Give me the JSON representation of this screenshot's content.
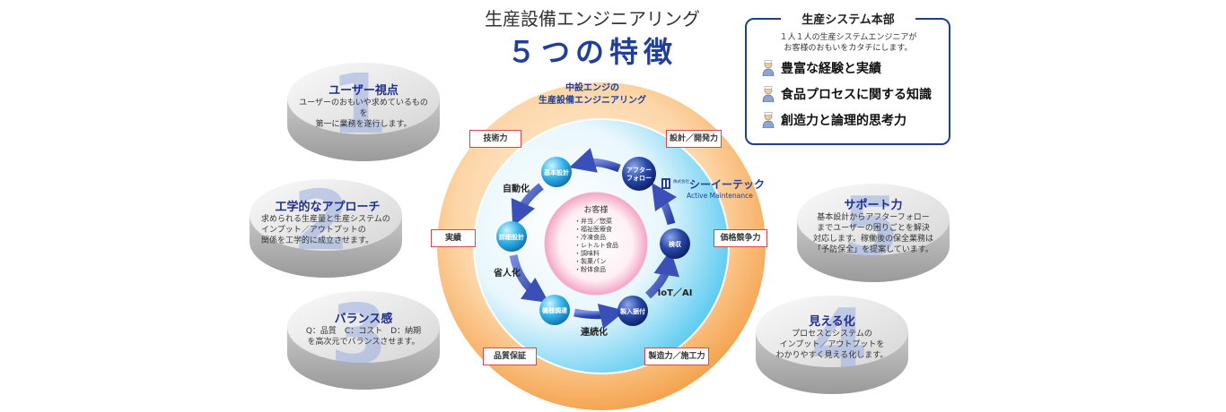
{
  "header": {
    "subtitle": "生産設備エンジニアリング",
    "title": "５つの特徴"
  },
  "hq": {
    "title": "生産システム本部",
    "desc_line1": "１人１人の生産システムエンジニアが",
    "desc_line2": "お客様のおもいをカタチにします。",
    "items": [
      "豊富な経験と実績",
      "食品プロセスに関する知識",
      "創造力と論理的思考力"
    ]
  },
  "features": [
    {
      "num": "1",
      "title": "ユーザー視点",
      "line1": "ユーザーのおもいや求めているものを",
      "line2": "第一に業務を遂行します。",
      "line3": "",
      "line4": ""
    },
    {
      "num": "2",
      "title": "工学的なアプローチ",
      "line1": "求められる生産量と生産システムの",
      "line2": "インプット／アウトプットの",
      "line3": "関係を工学的に成立させます。",
      "line4": ""
    },
    {
      "num": "3",
      "title": "バランス感",
      "line1": "Q：品質　C：コスト　D：納期",
      "line2": "を高次元でバランスさせます。",
      "line3": "",
      "line4": ""
    },
    {
      "num": "4",
      "title": "見える化",
      "line1": "プロセスとシステムの",
      "line2": "インプット／アウトプットを",
      "line3": "わかりやすく見える化します。",
      "line4": ""
    },
    {
      "num": "5",
      "title": "サポート力",
      "line1": "基本設計からアフターフォロー",
      "line2": "までユーザーの困りごとを解決",
      "line3": "対応します。稼働後の保全業務は",
      "line4": "「予防保全」を提案しています。"
    }
  ],
  "center": {
    "title_line1": "中設エンジの",
    "title_line2": "生産設備エンジニアリング",
    "tags": [
      "技術力",
      "設計／開発力",
      "実績",
      "価格競争力",
      "品質保証",
      "製造力／施工力"
    ],
    "cycle_labels": [
      "自動化",
      "省人化",
      "連続化",
      "IoT／AI"
    ],
    "nodes": [
      "基本設計",
      "詳細設計",
      "機器調達",
      "製入据付",
      "検収",
      "アフターフォロー"
    ],
    "node_after_line1": "アフター",
    "node_after_line2": "フォロー",
    "brand_prefix": "株式会社",
    "brand_name": "シーイーテック",
    "brand_tagline": "Active Maintenance",
    "customer_title": "お客様",
    "customers": [
      "・弁当／惣菜",
      "・福祉医療食",
      "・冷凍食品",
      "・レトルト食品",
      "・調味料",
      "・製菓パン",
      "・粉体食品"
    ]
  },
  "colors": {
    "navy": "#1f3f9a",
    "tag_border": "#dd4444",
    "orange": "#f5a04a",
    "cyan": "#5fd0f0"
  }
}
